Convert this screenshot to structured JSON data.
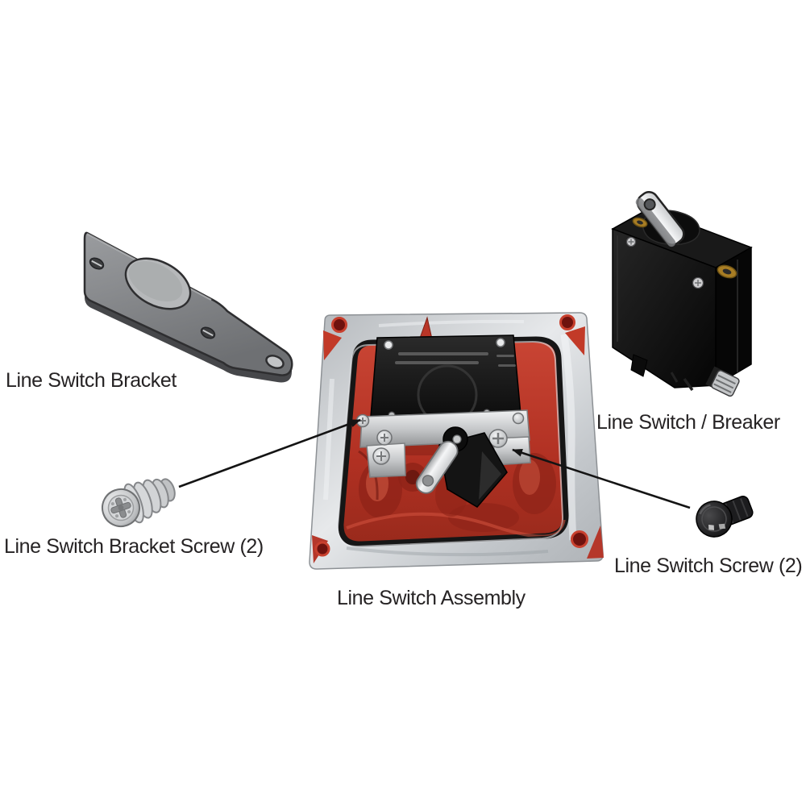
{
  "figure": {
    "kind": "labeled-parts-diagram",
    "subject": "Line Switch Assembly"
  },
  "labels": {
    "bracket": "Line Switch Bracket",
    "breaker": "Line Switch / Breaker",
    "bracket_screw": "Line Switch Bracket Screw (2)",
    "switch_screw": "Line Switch Screw (2)",
    "assembly": "Line Switch Assembly"
  },
  "colors": {
    "background": "#ffffff",
    "label_text": "#262324",
    "arrow": "#141414",
    "housing_red": "#b93527",
    "housing_red_dark": "#8f2318",
    "gasket_black": "#161616",
    "chrome": "#d4d6d8",
    "bracket_gray": "#85878a",
    "breaker_black": "#0d0d0d",
    "brass": "#a87d24"
  }
}
